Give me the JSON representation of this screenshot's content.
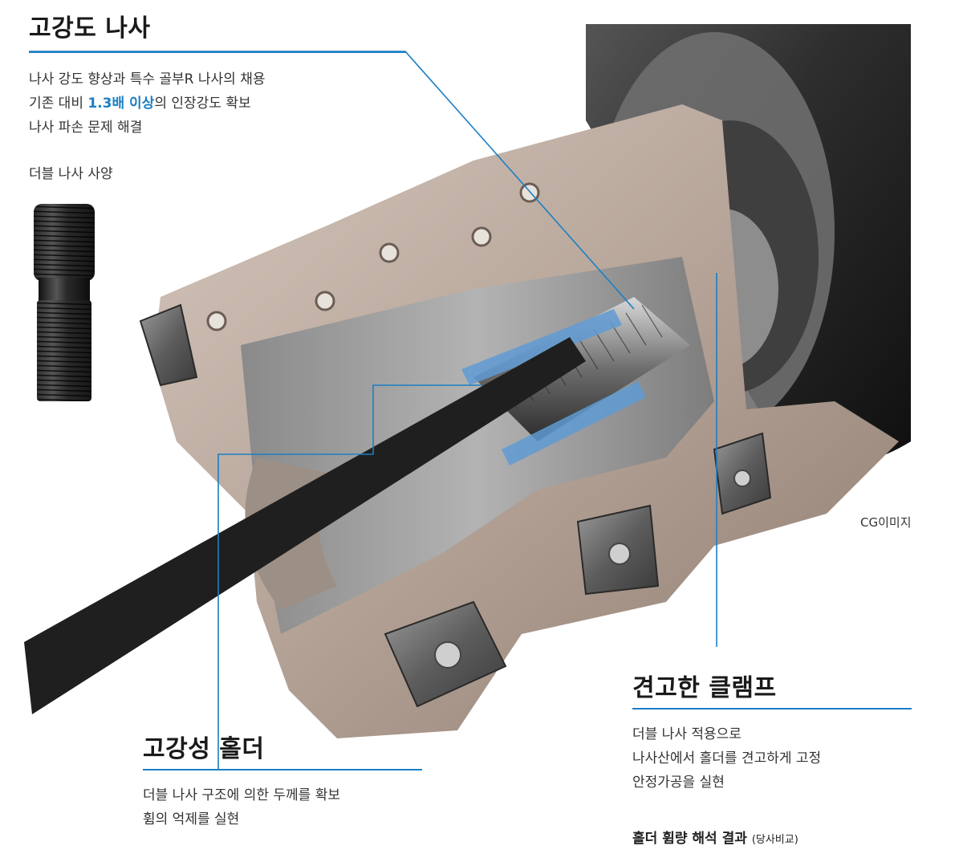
{
  "screw_section": {
    "title": "고강도 나사",
    "lines": [
      {
        "pre": "나사 강도 향상과 특수 골부R 나사의 채용",
        "hl": "",
        "post": ""
      },
      {
        "pre": "기존 대비 ",
        "hl": "1.3배 이상",
        "post": "의 인장강도 확보"
      },
      {
        "pre": "나사 파손 문제 해결",
        "hl": "",
        "post": ""
      }
    ],
    "sub_label": "더블 나사 사양"
  },
  "cg_label": "CG이미지",
  "holder_section": {
    "title": "고강성 홀더",
    "lines": [
      "더블 나사 구조에 의한 두께를 확보",
      "휨의 억제를 실현"
    ]
  },
  "clamp_section": {
    "title": "견고한 클램프",
    "lines": [
      "더블 나사 적용으로",
      "나사산에서 홀더를 견고하게 고정",
      "안정가공을 실현"
    ],
    "result_label": "홀더 휨량 해석 결과",
    "result_note": "(당사비교)"
  },
  "colors": {
    "accent": "#1b7fc4",
    "holder_body": "#b9a89c",
    "shank": "#2b2b2b"
  }
}
